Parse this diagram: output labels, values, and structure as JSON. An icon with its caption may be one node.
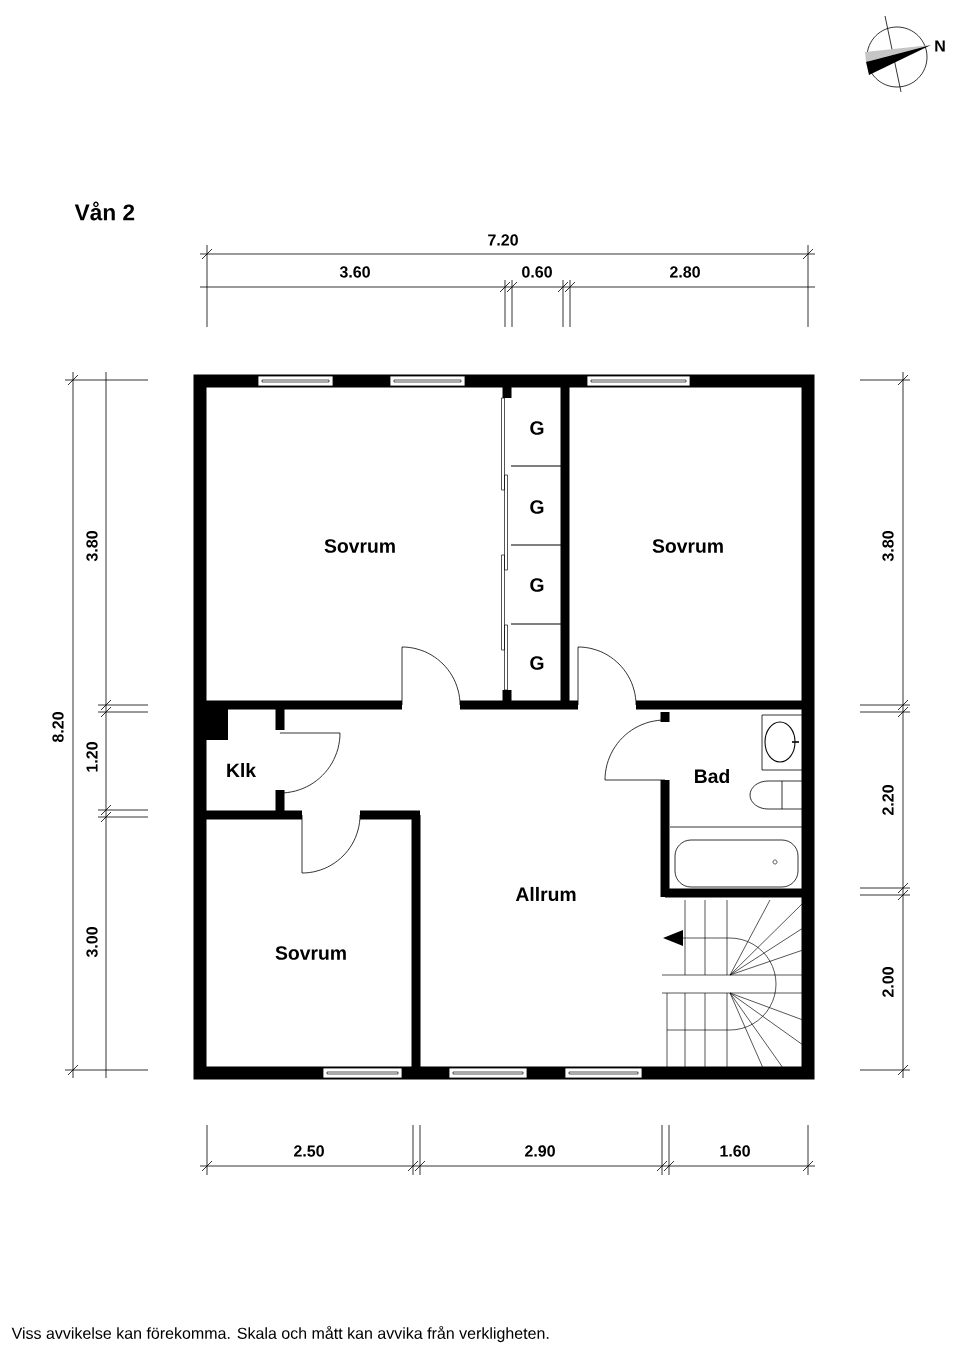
{
  "diagram": {
    "title": "Vån 2",
    "caption": "Viss avvikelse kan förekomma. Skala och mått kan avvika från verkligheten.",
    "labels": [
      "N",
      "7.20",
      "3.60",
      "0.60",
      "2.80",
      "G",
      "G",
      "Sovrum",
      "Sovrum",
      "3.80",
      "3.80",
      "G",
      "G",
      "8.20",
      "1.20",
      "Klk",
      "Bad",
      "2.20",
      "Allrum",
      "3.00",
      "Sovrum",
      "2.00",
      "2.50",
      "2.90",
      "1.60"
    ]
  }
}
